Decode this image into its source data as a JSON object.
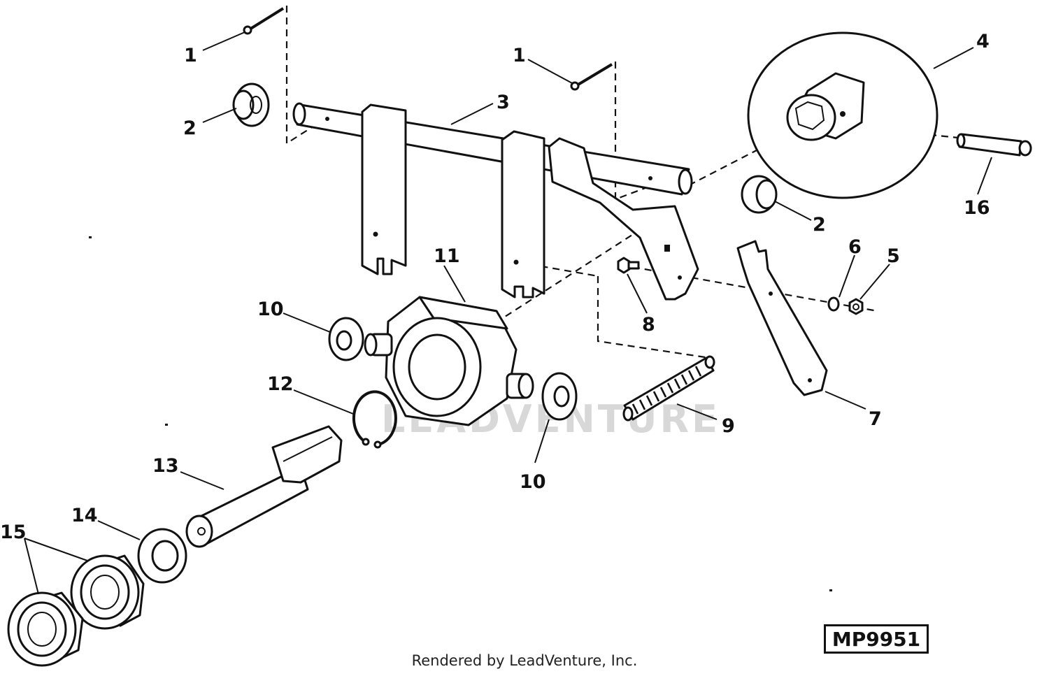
{
  "diagram": {
    "code": "MP9951",
    "watermark": "LEADVENTURE",
    "credit": "Rendered by LeadVenture, Inc.",
    "callouts": [
      {
        "id": "c1a",
        "text": "1"
      },
      {
        "id": "c1b",
        "text": "1"
      },
      {
        "id": "c2a",
        "text": "2"
      },
      {
        "id": "c2b",
        "text": "2"
      },
      {
        "id": "c3",
        "text": "3"
      },
      {
        "id": "c4",
        "text": "4"
      },
      {
        "id": "c5",
        "text": "5"
      },
      {
        "id": "c6",
        "text": "6"
      },
      {
        "id": "c7",
        "text": "7"
      },
      {
        "id": "c8",
        "text": "8"
      },
      {
        "id": "c9",
        "text": "9"
      },
      {
        "id": "c10a",
        "text": "10"
      },
      {
        "id": "c10b",
        "text": "10"
      },
      {
        "id": "c11",
        "text": "11"
      },
      {
        "id": "c12",
        "text": "12"
      },
      {
        "id": "c13",
        "text": "13"
      },
      {
        "id": "c14",
        "text": "14"
      },
      {
        "id": "c15",
        "text": "15"
      },
      {
        "id": "c16",
        "text": "16"
      }
    ]
  }
}
